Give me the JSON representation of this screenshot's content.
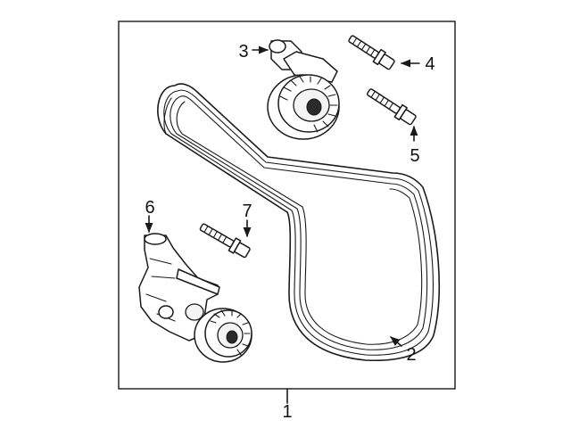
{
  "diagram": {
    "callouts": {
      "assembly": "1",
      "belt": "2",
      "idler_pulley": "3",
      "bolt_upper": "4",
      "bolt_lower": "5",
      "tensioner": "6",
      "tensioner_bolt": "7"
    },
    "colors": {
      "line": "#1a1a1a",
      "background": "#ffffff"
    }
  }
}
